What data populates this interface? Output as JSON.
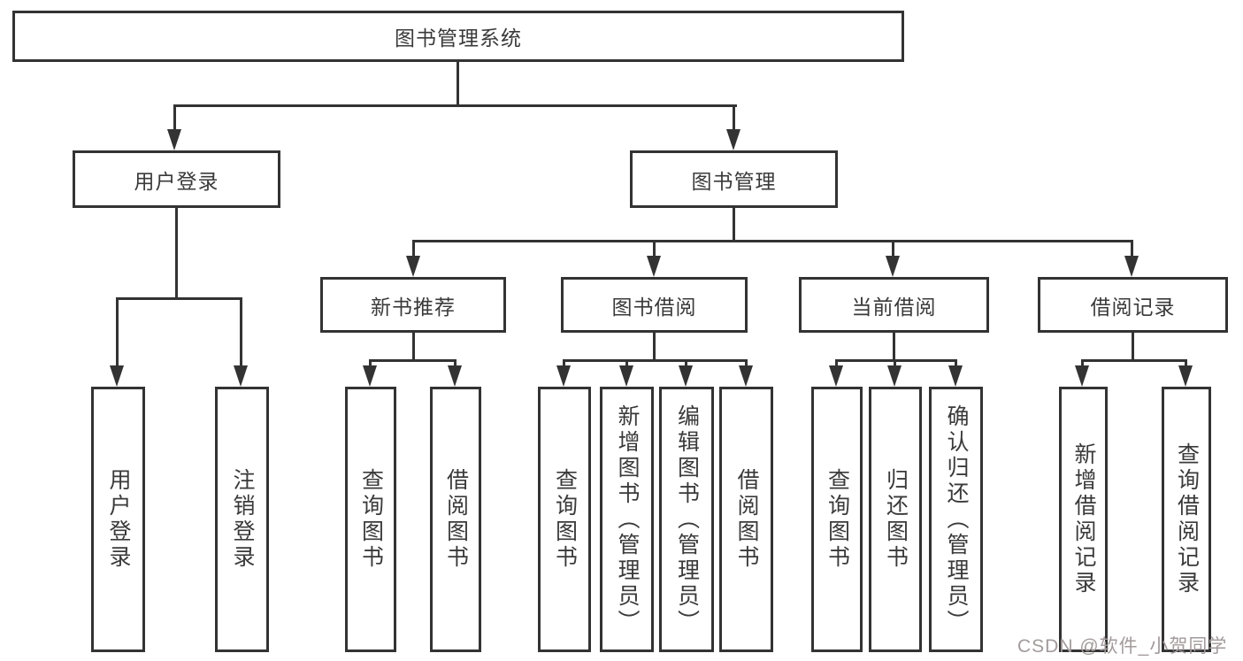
{
  "tree": {
    "root": {
      "label": "图书管理系统"
    },
    "branches": [
      {
        "label": "用户登录",
        "children": [
          {
            "label": "用户登录"
          },
          {
            "label": "注销登录"
          }
        ]
      },
      {
        "label": "图书管理",
        "children": [
          {
            "label": "新书推荐",
            "children": [
              {
                "label": "查询图书"
              },
              {
                "label": "借阅图书"
              }
            ]
          },
          {
            "label": "图书借阅",
            "children": [
              {
                "label": "查询图书"
              },
              {
                "label": "新增图书（管理员）"
              },
              {
                "label": "编辑图书（管理员）"
              },
              {
                "label": "借阅图书"
              }
            ]
          },
          {
            "label": "当前借阅",
            "children": [
              {
                "label": "查询图书"
              },
              {
                "label": "归还图书"
              },
              {
                "label": "确认归还（管理员）"
              }
            ]
          },
          {
            "label": "借阅记录",
            "children": [
              {
                "label": "新增借阅记录"
              },
              {
                "label": "查询借阅记录"
              }
            ]
          }
        ]
      }
    ]
  },
  "watermark": {
    "text": "CSDN @软件_小贺同学"
  },
  "colors": {
    "line": "#333333",
    "box_border": "#333333",
    "text": "#3a3a3a",
    "watermark": "#a39a9b",
    "background": "#ffffff"
  }
}
